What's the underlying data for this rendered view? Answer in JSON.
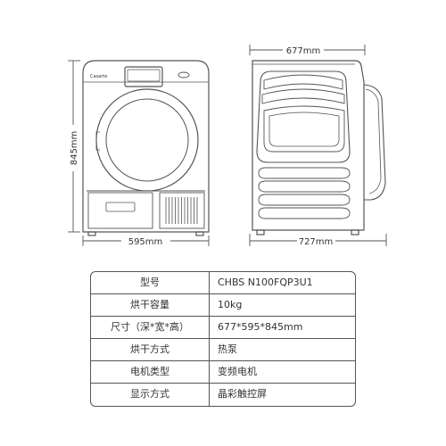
{
  "colors": {
    "line": "#555555",
    "text": "#333333",
    "background": "#ffffff"
  },
  "front_view": {
    "brand_logo": "Casarte",
    "width_label": "595mm",
    "height_label": "845mm"
  },
  "side_view": {
    "depth_top_label": "677mm",
    "depth_bottom_label": "727mm"
  },
  "spec_table": {
    "rows": [
      {
        "key": "型号",
        "value": "CHBS N100FQP3U1"
      },
      {
        "key": "烘干容量",
        "value": "10kg"
      },
      {
        "key": "尺寸（深*宽*高）",
        "value": "677*595*845mm"
      },
      {
        "key": "烘干方式",
        "value": "热泵"
      },
      {
        "key": "电机类型",
        "value": "变频电机"
      },
      {
        "key": "显示方式",
        "value": "晶彩触控屏"
      }
    ]
  }
}
